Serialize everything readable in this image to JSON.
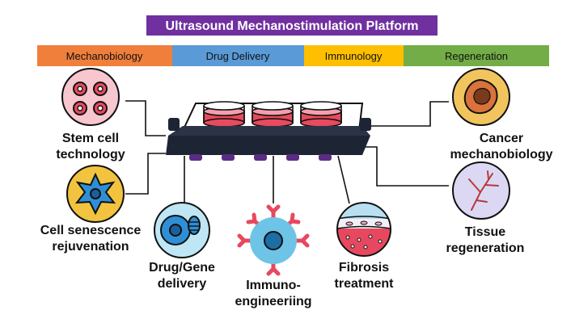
{
  "title": "Ultrasound Mechanostimulation Platform",
  "categories": [
    {
      "label": "Mechanobiology",
      "color": "#f07f3c"
    },
    {
      "label": "Drug Delivery",
      "color": "#5a9ad6"
    },
    {
      "label": "Immunology",
      "color": "#fdbf00"
    },
    {
      "label": "Regeneration",
      "color": "#73ad47"
    }
  ],
  "applications": {
    "stem_cell": {
      "line1": "Stem cell",
      "line2": "technology"
    },
    "senescence": {
      "line1": "Cell senescence",
      "line2": "rejuvenation"
    },
    "drug_gene": {
      "line1": "Drug/Gene",
      "line2": "delivery"
    },
    "immuno": {
      "line1": "Immuno-",
      "line2": "engineeriing"
    },
    "fibrosis": {
      "line1": "Fibrosis",
      "line2": "treatment"
    },
    "cancer": {
      "line1": "Cancer",
      "line2": "mechanobiology"
    },
    "tissue": {
      "line1": "Tissue",
      "line2": "regeneration"
    }
  },
  "colors": {
    "title_bg": "#7030a0",
    "outline": "#111111",
    "device_dark": "#1d2434",
    "device_top": "#2b3346",
    "transducer": "#5b2c83",
    "well_red": "#e84a5f",
    "stem_bg": "#f7c6cf",
    "stem_cell": "#e84a5f",
    "senescence_bg": "#f2c33e",
    "senescence_cell": "#2e8fd6",
    "drug_bg": "#bfe6f5",
    "drug_cell": "#2e8fd6",
    "immuno_cell": "#6ec4e6",
    "immuno_receptor": "#e8485f",
    "fibrosis_top": "#b8dff2",
    "fibrosis_mid": "#f1f0f6",
    "fibrosis_bottom": "#e8485f",
    "cancer_bg": "#f2c45e",
    "cancer_tumor": "#d9723b",
    "tissue_bg": "#dcd8f4",
    "tissue_vessel": "#b53a3a"
  }
}
